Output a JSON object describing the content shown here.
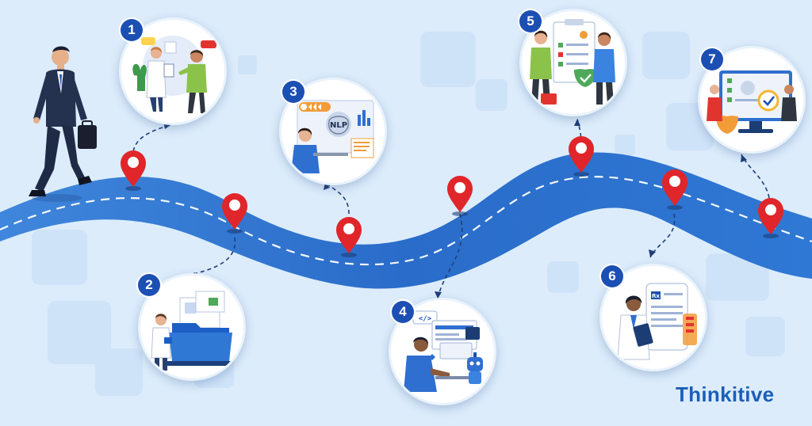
{
  "steps": [
    {
      "number": "1",
      "scene": "doctor-patient-consultation"
    },
    {
      "number": "2",
      "scene": "doctor-with-records-folder"
    },
    {
      "number": "3",
      "scene": "nlp-analysis-workstation"
    },
    {
      "number": "4",
      "scene": "developer-with-ai-robot"
    },
    {
      "number": "5",
      "scene": "care-team-checklist"
    },
    {
      "number": "6",
      "scene": "doctor-with-prescription-tablet"
    },
    {
      "number": "7",
      "scene": "secure-compliance-monitor"
    }
  ],
  "labels": {
    "nlp": "NLP",
    "rx": "Rx",
    "code": "</>"
  },
  "brand": {
    "name": "Thinkitive",
    "colors": {
      "primary": "#1c4fb3",
      "road": "#2f73d0",
      "pin": "#e0262a",
      "accent_green": "#7bc043",
      "background": "#dcecfb"
    }
  }
}
